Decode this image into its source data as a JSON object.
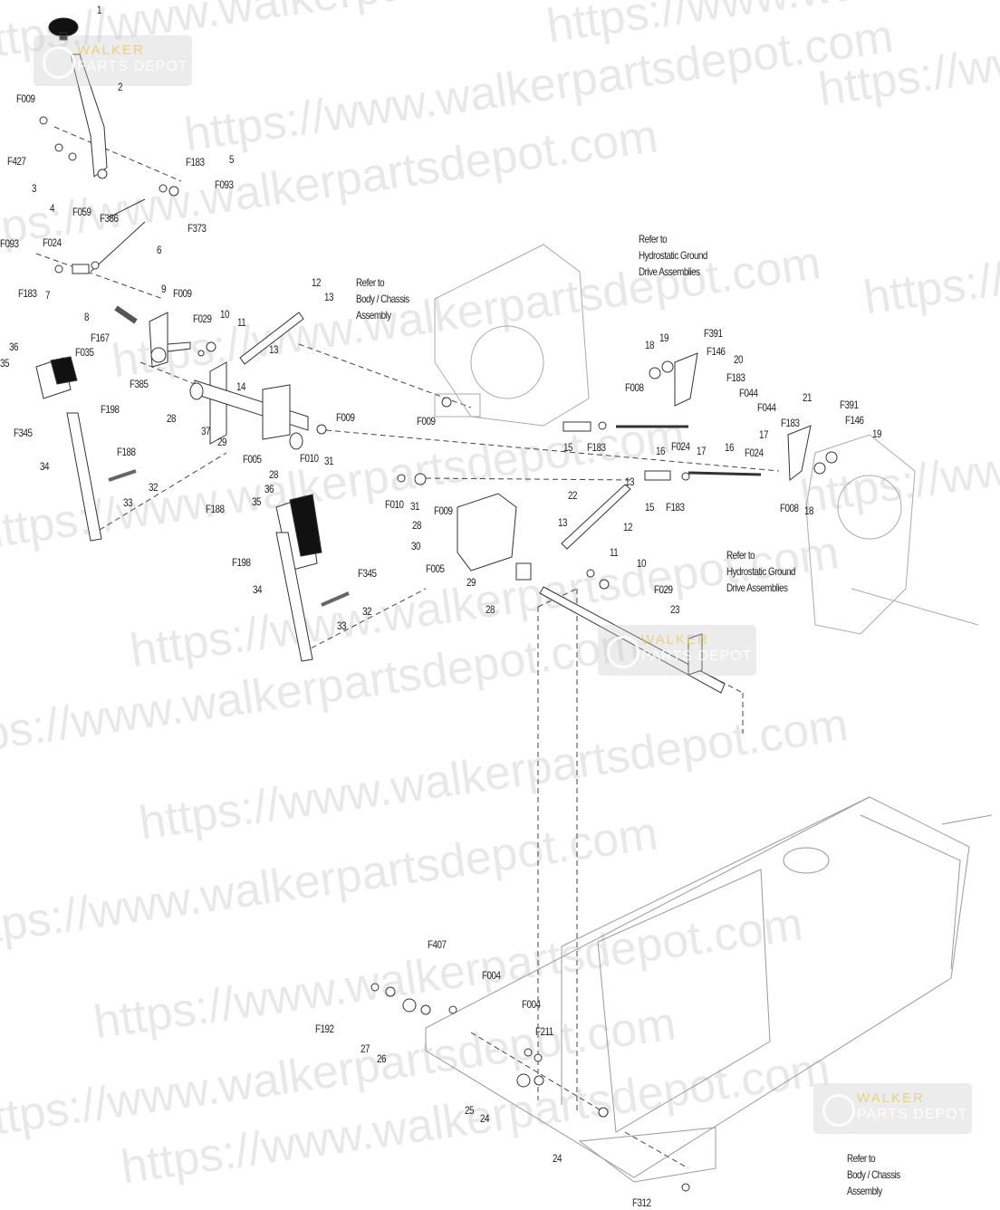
{
  "watermark": {
    "text": "https://www.walkerpartsdepot.com",
    "logo_line1": "WALKER",
    "logo_line2": "PARTS DEPOT"
  },
  "notes": {
    "body_chassis_1": [
      "Refer to",
      "Body / Chassis",
      "Assembly"
    ],
    "hydro_1": [
      "Refer to",
      "Hydrostatic Ground",
      "Drive Assemblies"
    ],
    "hydro_2": [
      "Refer to",
      "Hydrostatic Ground",
      "Drive Assemblies"
    ],
    "body_chassis_2": [
      "Refer to",
      "Body / Chassis",
      "Assembly"
    ]
  },
  "labels": [
    "1",
    "2",
    "F009",
    "F427",
    "3",
    "4",
    "F059",
    "F386",
    "F183",
    "5",
    "F093",
    "F373",
    "6",
    "F093",
    "F024",
    "F183",
    "7",
    "9",
    "F009",
    "8",
    "F029",
    "10",
    "11",
    "12",
    "13",
    "13",
    "F167",
    "F035",
    "F385",
    "36",
    "35",
    "F198",
    "F188",
    "F345",
    "14",
    "37",
    "29",
    "28",
    "F005",
    "28",
    "F010",
    "31",
    "F009",
    "F009",
    "34",
    "32",
    "33",
    "18",
    "19",
    "F391",
    "F146",
    "20",
    "F183",
    "F044",
    "F008",
    "15",
    "F183",
    "16",
    "F024",
    "17",
    "21",
    "F391",
    "F044",
    "F183",
    "F146",
    "17",
    "19",
    "16",
    "F024",
    "F008",
    "18",
    "13",
    "15",
    "F183",
    "12",
    "F010",
    "31",
    "F009",
    "28",
    "22",
    "13",
    "30",
    "F005",
    "29",
    "28",
    "11",
    "10",
    "F029",
    "23",
    "F188",
    "F198",
    "36",
    "35",
    "F345",
    "34",
    "32",
    "33",
    "F407",
    "F004",
    "F192",
    "27",
    "26",
    "F004",
    "F211",
    "25",
    "24",
    "24",
    "F312"
  ]
}
